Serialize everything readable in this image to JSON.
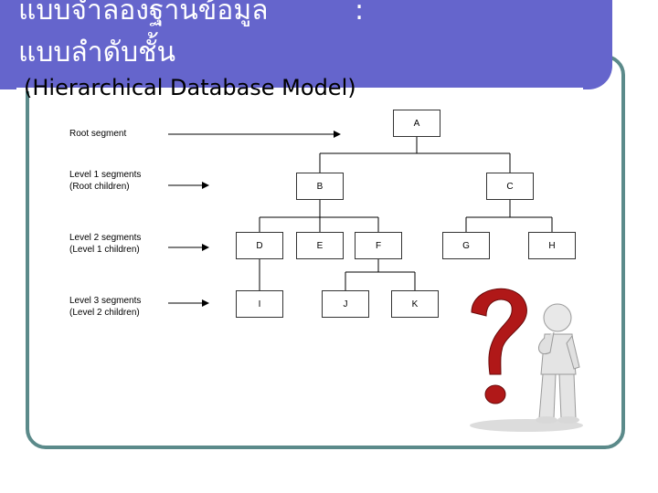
{
  "slide": {
    "title_line1": "แบบจำลองฐานข้อมูล",
    "title_colon": ":",
    "title_line2": "แบบลำดับชั้น",
    "subtitle": "(Hierarchical Database Model)"
  },
  "diagram": {
    "labels": {
      "root": "Root segment",
      "level1_a": "Level 1 segments",
      "level1_b": "(Root children)",
      "level2_a": "Level 2 segments",
      "level2_b": "(Level 1 children)",
      "level3_a": "Level 3 segments",
      "level3_b": "(Level 2 children)"
    },
    "nodes": {
      "A": "A",
      "B": "B",
      "C": "C",
      "D": "D",
      "E": "E",
      "F": "F",
      "G": "G",
      "H": "H",
      "I": "I",
      "J": "J",
      "K": "K"
    }
  },
  "colors": {
    "banner": "#6565cc",
    "frame": "#5b8a8a",
    "question_mark": "#b01818"
  },
  "icons": [
    "question-mark-figure-icon"
  ]
}
